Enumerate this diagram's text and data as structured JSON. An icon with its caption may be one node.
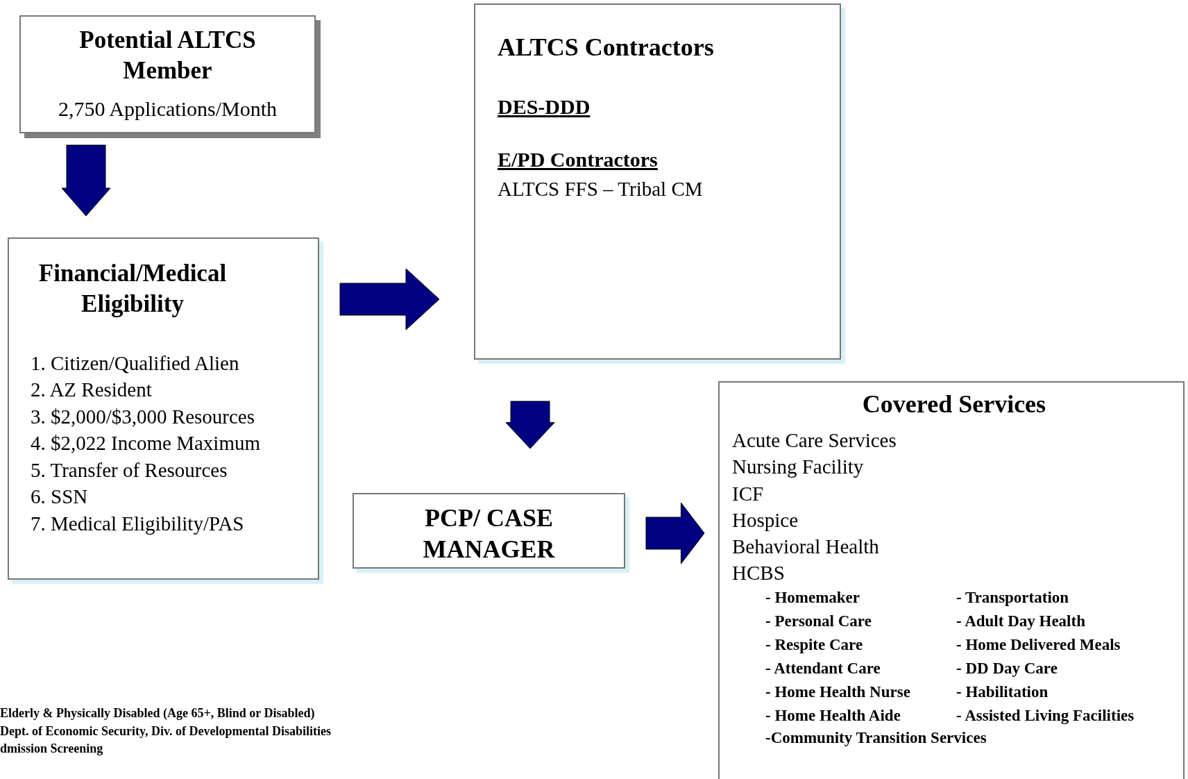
{
  "diagram": {
    "nodes": [
      {
        "text": [
          "Potential ALTCS Member",
          "2,750 Applications/Month"
        ]
      },
      {
        "text": [
          "Financial/Medical Eligibility",
          "1. Citizen/Qualified Alien",
          "2. AZ Resident",
          "3. $2,000/$3,000 Resources",
          "4. $2,022 Income Maximum",
          "5. Transfer of Resources",
          "6. SSN",
          "7. Medical Eligibility/PAS"
        ]
      },
      {
        "text": [
          "ALTCS Contractors",
          "DES-DDD",
          "E/PD Contractors",
          "ALTCS FFS – Tribal CM"
        ]
      },
      {
        "text": [
          "PCP/ CASE MANAGER"
        ]
      },
      {
        "text": [
          "Covered Services",
          "Acute Care Services",
          "Nursing Facility",
          "ICF",
          "Hospice",
          "Behavioral Health",
          "HCBS",
          "- Homemaker",
          "- Transportation",
          "- Personal Care",
          "- Adult Day Health",
          "- Respite Care",
          "- Home Delivered Meals",
          "- Attendant Care",
          "- DD Day Care",
          "- Home Health Nurse",
          "- Habilitation",
          "- Home Health Aide",
          "- Assisted Living Facilities",
          "-Community Transition Services"
        ]
      }
    ],
    "edges": [
      {
        "from": 0,
        "to": 1,
        "arrow": "to"
      },
      {
        "from": 1,
        "to": 2,
        "arrow": "to"
      },
      {
        "from": 2,
        "to": 3,
        "arrow": "to"
      },
      {
        "from": 3,
        "to": 4,
        "arrow": "to"
      }
    ],
    "labels": [
      "Elderly & Physically Disabled (Age 65+, Blind or Disabled)",
      "Dept. of Economic Security, Div. of Developmental Disabilities",
      "dmission Screening"
    ]
  }
}
